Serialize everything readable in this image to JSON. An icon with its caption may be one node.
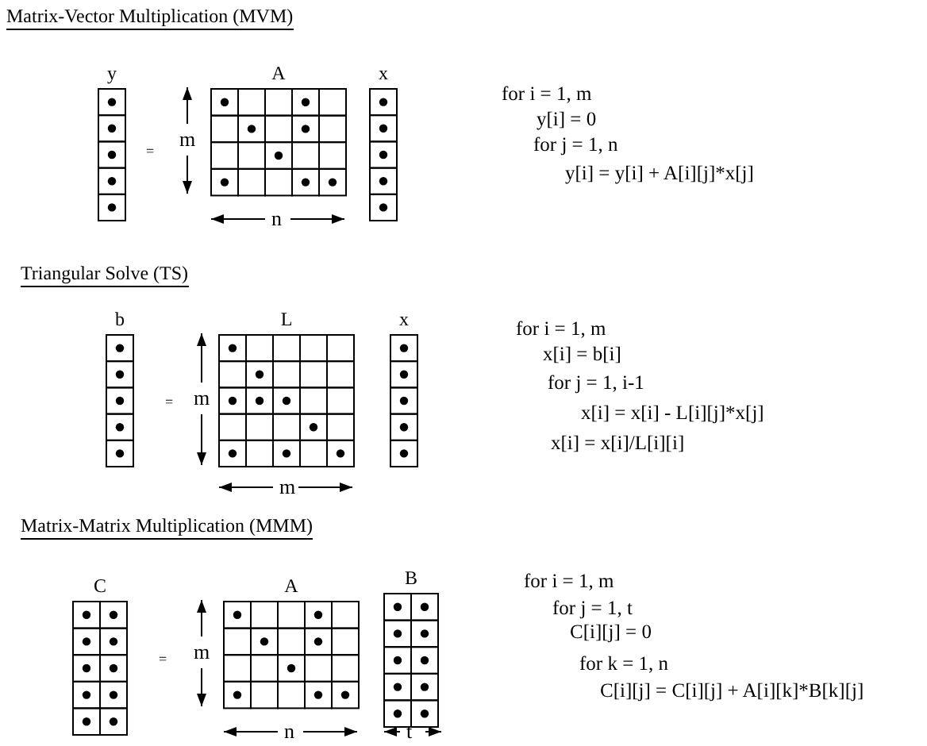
{
  "diagram": {
    "nodes": [
      {
        "text": [
          "y"
        ]
      },
      {
        "text": [
          "A"
        ]
      },
      {
        "text": [
          "x"
        ]
      },
      {
        "text": [
          "b"
        ]
      },
      {
        "text": [
          "L"
        ]
      },
      {
        "text": [
          "x"
        ]
      },
      {
        "text": [
          "C"
        ]
      },
      {
        "text": [
          "A"
        ]
      },
      {
        "text": [
          "B"
        ]
      }
    ],
    "labels": [
      "Matrix-Vector Multiplication (MVM)",
      "=",
      "m",
      "n",
      "for i = 1, m",
      "y[i] = 0",
      "for j = 1, n",
      "y[i] = y[i] + A[i][j]*x[j]",
      "Triangular Solve (TS)",
      "=",
      "m",
      "m",
      "for i = 1, m",
      "x[i] = b[i]",
      "for j = 1, i-1",
      "x[i] = x[i] - L[i][j]*x[j]",
      "x[i] = x[i]/L[i][i]",
      "Matrix-Matrix Multiplication (MMM)",
      "=",
      "m",
      "n",
      "t",
      "for i = 1, m",
      "for j = 1, t",
      "C[i][j] = 0",
      "for k = 1, n",
      "C[i][j] = C[i][j] + A[i][k]*B[k][j]"
    ]
  }
}
